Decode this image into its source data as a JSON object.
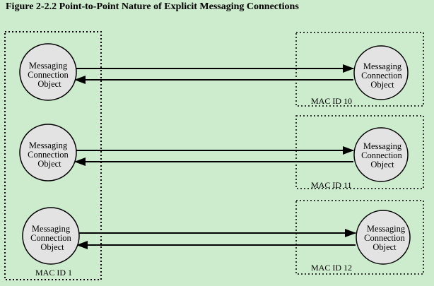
{
  "figure": {
    "title": "Figure 2-2.2 Point-to-Point Nature of Explicit Messaging Connections"
  },
  "node_label": [
    "Messaging",
    "Connection",
    "Object"
  ],
  "left_group": {
    "label": "MAC ID 1"
  },
  "right_groups": [
    {
      "label": "MAC ID 10"
    },
    {
      "label": "MAC ID 11"
    },
    {
      "label": "MAC ID 12"
    }
  ],
  "colors": {
    "background": "#cdebcd",
    "node_fill": "#e3e3e3",
    "stroke": "#000000"
  }
}
